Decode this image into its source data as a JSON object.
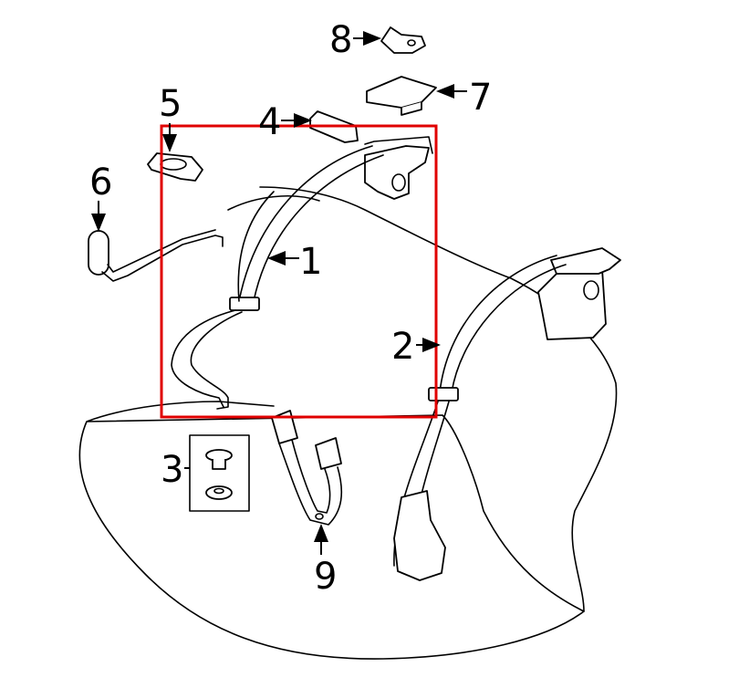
{
  "diagram": {
    "callouts": [
      {
        "number": "1",
        "part": "rear-seat-belt-left"
      },
      {
        "number": "2",
        "part": "rear-seat-belt-right"
      },
      {
        "number": "3",
        "part": "button-and-washer"
      },
      {
        "number": "4",
        "part": "cover"
      },
      {
        "number": "5",
        "part": "plate"
      },
      {
        "number": "6",
        "part": "guide-rod"
      },
      {
        "number": "7",
        "part": "retractor-cover"
      },
      {
        "number": "8",
        "part": "bracket"
      },
      {
        "number": "9",
        "part": "center-buckle"
      }
    ],
    "highlight_color": "#e00000",
    "highlighted_callout": "1"
  }
}
